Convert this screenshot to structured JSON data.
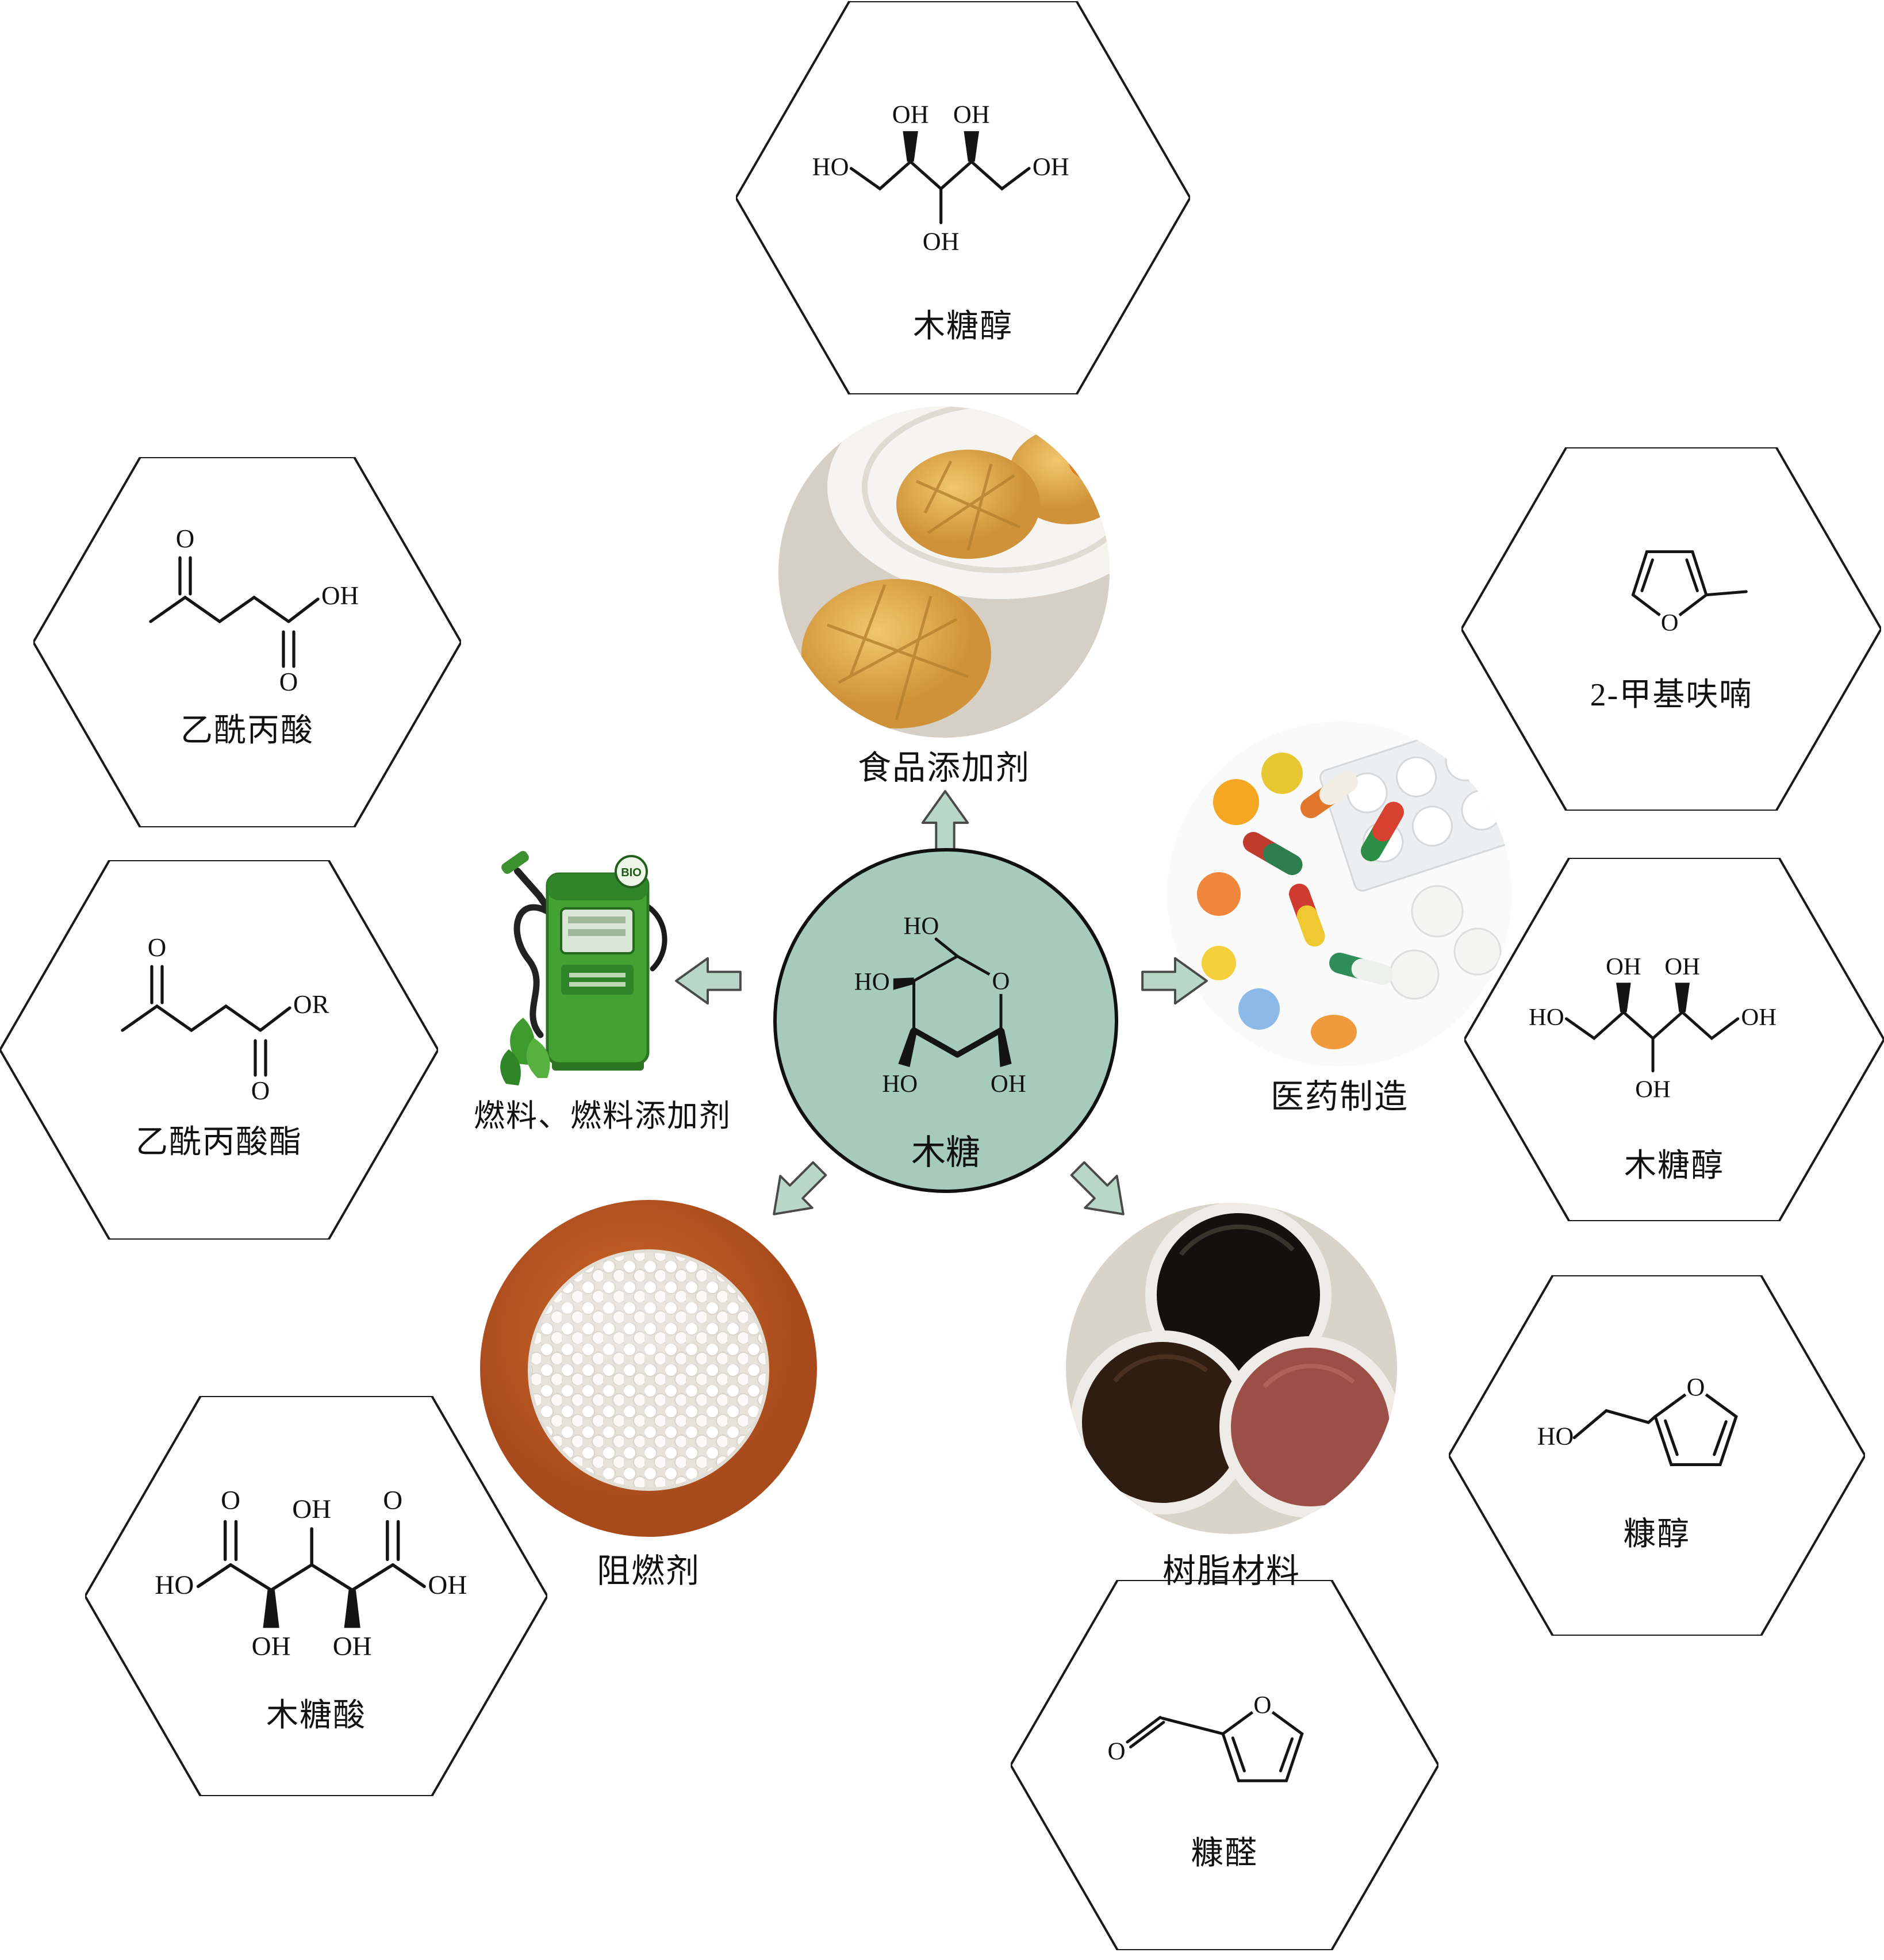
{
  "center": {
    "label": "木糖"
  },
  "atoms": {
    "oh": "OH",
    "ho": "HO",
    "o": "O",
    "or": "OR"
  },
  "applications": {
    "food": {
      "label": "食品添加剂"
    },
    "medicine": {
      "label": "医药制造"
    },
    "fuel": {
      "label": "燃料、燃料添加剂",
      "pump_text": "BIO"
    },
    "flame_retardant": {
      "label": "阻燃剂"
    },
    "resin": {
      "label": "树脂材料"
    }
  },
  "hexagons": {
    "xylitol_top": {
      "label": "木糖醇"
    },
    "methylfuran": {
      "label": "2-甲基呋喃"
    },
    "xylitol_right": {
      "label": "木糖醇"
    },
    "furfuryl_alcohol": {
      "label": "糠醇"
    },
    "furfural": {
      "label": "糠醛"
    },
    "levulinic_acid": {
      "label": "乙酰丙酸"
    },
    "levulinate_ester": {
      "label": "乙酰丙酸酯"
    },
    "xylonic_acid": {
      "label": "木糖酸"
    }
  },
  "colors": {
    "center_fill": "#a6cbbc",
    "arrow_fill": "#b9d7c9",
    "outline": "#1a1a1a"
  }
}
